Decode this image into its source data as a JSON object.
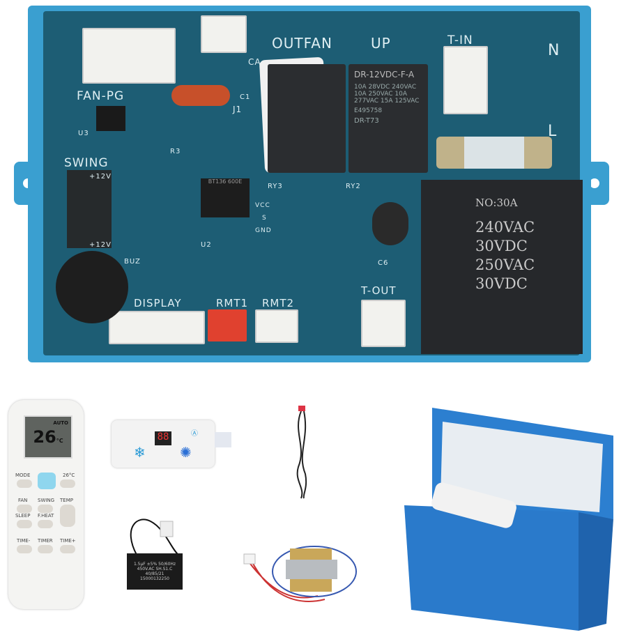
{
  "pcb": {
    "labels": {
      "fan_pg": "FAN-PG",
      "outfan": "OUTFAN",
      "up": "UP",
      "t_in": "T-IN",
      "n": "N",
      "l": "L",
      "swing": "SWING",
      "plus12v_top": "+12V",
      "plus12v_bottom": "+12V",
      "buz": "BUZ",
      "display": "DISPLAY",
      "rmt1": "RMT1",
      "rmt2": "RMT2",
      "t_out": "T-OUT",
      "ry3": "RY3",
      "ry2": "RY2",
      "u2": "U2",
      "u3": "U3",
      "r3": "R3",
      "c1": "C1",
      "j1": "J1",
      "c6": "C6",
      "ca": "CA",
      "vcc": "VCC",
      "s": "S",
      "gnd": "GND"
    },
    "relay_small": {
      "model": "DR-12VDC-F-A",
      "ratings": "10A 28VDC 240VAC 10A 250VAC 10A 277VAC 15A 125VAC",
      "series": "DR-T73",
      "cert": "E495758"
    },
    "relay_big": {
      "no": "NO:30A",
      "lines": [
        "240VAC",
        "30VDC",
        "250VAC",
        "30VDC"
      ]
    },
    "triac": "BT136 600E"
  },
  "remote": {
    "lcd_temp": "26",
    "lcd_unit": "°C",
    "lcd_mode": "AUTO",
    "buttons": [
      "MODE",
      "26°C",
      "FAN",
      "SWING",
      "TEMP",
      "SLEEP",
      "F.HEAT",
      "TIME-",
      "TIMER",
      "TIME+"
    ]
  },
  "display_panel": {
    "digits": "88"
  },
  "capacitor": {
    "text": [
      "1.5µF ±5% 50/60Hz",
      "450V.AC  SH.S1.C",
      "40/85/21",
      "15000132250"
    ]
  },
  "colors": {
    "case": "#3a9fd0",
    "pcb": "#1d5d74",
    "rmt1_connector": "#e0412f"
  }
}
